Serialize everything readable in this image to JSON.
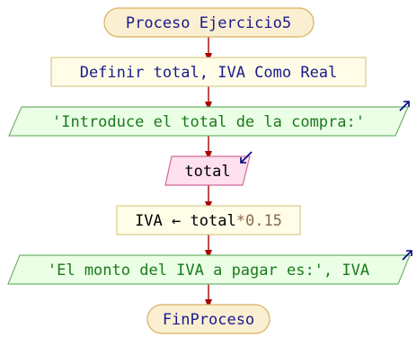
{
  "flowchart": {
    "start": {
      "label": "Proceso Ejercicio5"
    },
    "define": {
      "label": "Definir total, IVA Como Real"
    },
    "output1": {
      "text": "'Introduce el total de la compra:'"
    },
    "input1": {
      "text": "total"
    },
    "assign": {
      "target": "IVA",
      "arrow": "←",
      "var": "total",
      "op": "*",
      "num": "0.15"
    },
    "output2": {
      "text": "'El monto del IVA a pagar es:', IVA"
    },
    "end": {
      "label": "FinProceso"
    }
  },
  "colors": {
    "connector": "#aa0000",
    "terminal_fill": "#fbefd2",
    "terminal_stroke": "#d8b15e",
    "process_fill": "#fffde8",
    "process_stroke": "#d5cc8a",
    "output_fill": "#eaffe6",
    "output_stroke": "#6fb36a",
    "input_fill": "#ffe0ee",
    "input_stroke": "#d06a98",
    "text_main": "#1a1a8a",
    "text_black": "#000000",
    "text_number": "#8a6a4a",
    "io_arrow": "#000080"
  },
  "icons": {
    "output_marker": "io-arrow-out-icon",
    "input_marker": "io-arrow-in-icon"
  }
}
